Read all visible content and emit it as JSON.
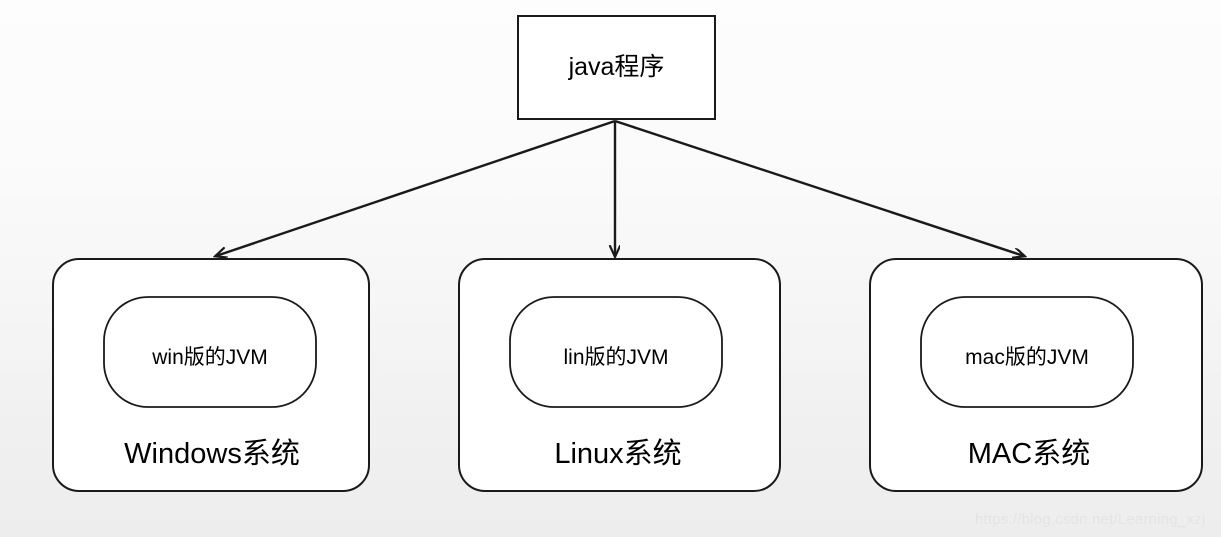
{
  "diagram": {
    "title_node": {
      "label": "java程序",
      "shape": "rectangle"
    },
    "platforms": [
      {
        "jvm_label": "win版的JVM",
        "os_label": "Windows系统"
      },
      {
        "jvm_label": "lin版的JVM",
        "os_label": "Linux系统"
      },
      {
        "jvm_label": "mac版的JVM",
        "os_label": "MAC系统"
      }
    ],
    "colors": {
      "stroke": "#1a1a1a",
      "fill": "#ffffff",
      "text": "#000000",
      "watermark": "#e4e4e4",
      "background_top": "#fdfdfd",
      "background_bottom": "#ededed"
    }
  },
  "watermark": {
    "text": "https://blog.csdn.net/Learning_xzj"
  }
}
